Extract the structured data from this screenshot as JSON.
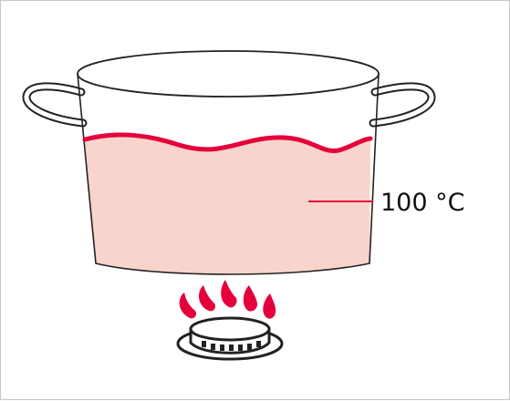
{
  "diagram": {
    "temperature_label": "100 °C",
    "colors": {
      "water_fill": "#f9d4cc",
      "water_surface": "#e4003a",
      "flame": "#e4003a",
      "outline": "#222222",
      "background": "#ffffff"
    },
    "icons": [
      "cooking-pot",
      "gas-burner",
      "flame"
    ]
  }
}
